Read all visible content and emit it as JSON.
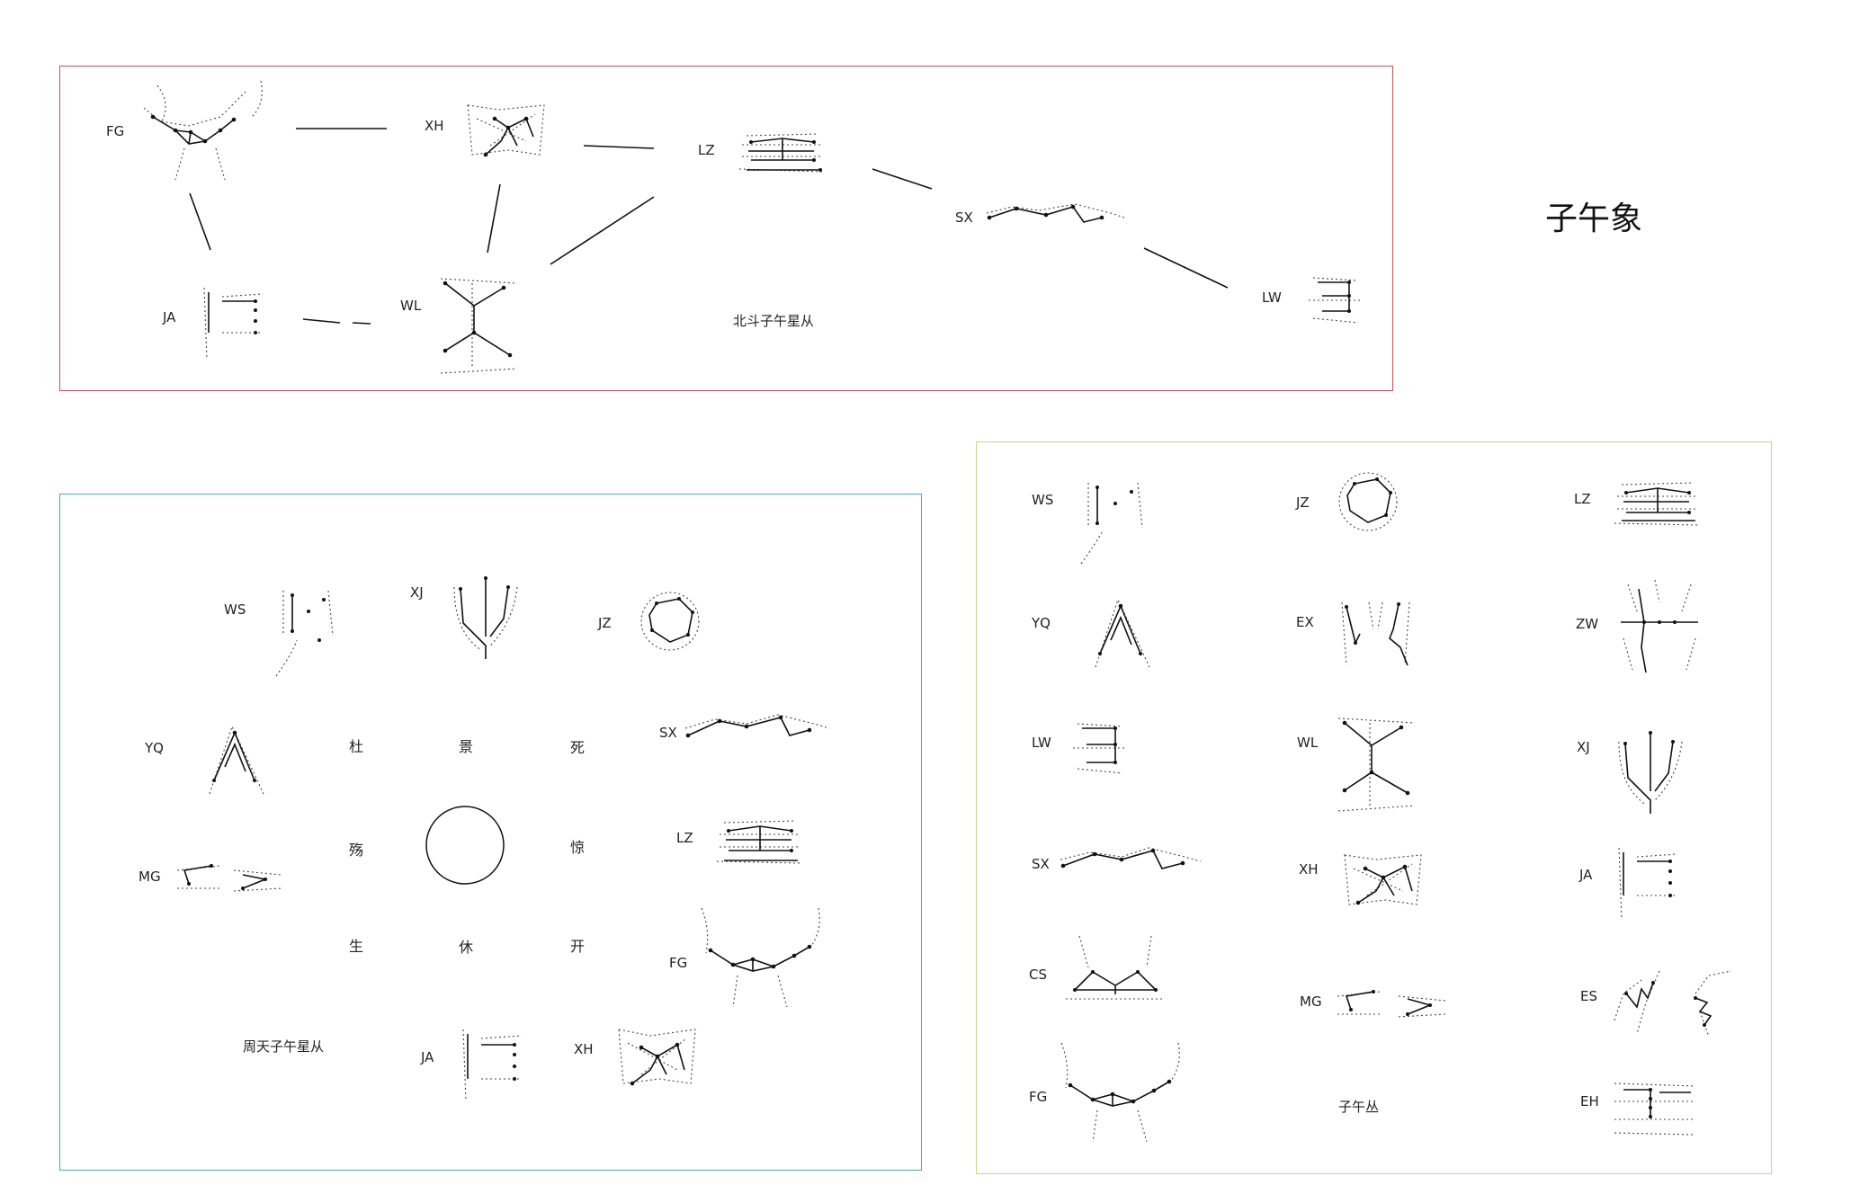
{
  "title": "子午象",
  "panels": {
    "beidou": {
      "caption": "北斗子午星从",
      "border_color": "#c8505a",
      "labels": [
        "FG",
        "XH",
        "LZ",
        "SX",
        "LW",
        "JA",
        "WL"
      ]
    },
    "zhoutian": {
      "caption": "周天子午星从",
      "border_color": "#4aa3c8",
      "labels": [
        "WS",
        "XJ",
        "JZ",
        "YQ",
        "SX",
        "MG",
        "LZ",
        "FG",
        "JA",
        "XH"
      ],
      "gates": [
        "杜",
        "景",
        "死",
        "殇",
        "惊",
        "生",
        "休",
        "开"
      ]
    },
    "ziwu": {
      "caption": "子午丛",
      "border_color": "#c9d38a",
      "labels": [
        "WS",
        "JZ",
        "LZ",
        "YQ",
        "EX",
        "ZW",
        "LW",
        "WL",
        "XJ",
        "SX",
        "XH",
        "JA",
        "CS",
        "MG",
        "ES",
        "FG",
        "EH"
      ]
    }
  }
}
